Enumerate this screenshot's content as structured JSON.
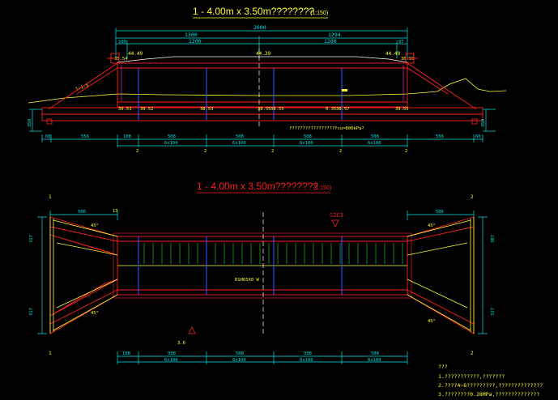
{
  "titles": {
    "elevation": "1 - 4.00m x 3.50m????????",
    "elevation_scale": "(1:150)",
    "plan": "1 - 4.00m x 3.50m????????",
    "plan_scale": "(1:150)"
  },
  "elevation": {
    "top_total": "2600",
    "top_left": "1300",
    "top_right": "1294",
    "top_left_sub": "1200",
    "top_right_sub": "1200",
    "small_left": "100",
    "small_right": "97",
    "road_elev_left": "44.49",
    "road_elev_mid": "44.39",
    "road_elev_right": "44.49",
    "side_left": "35.54",
    "side_right": "36.93",
    "slope_label": "1:1.5",
    "bed_elevs": [
      "39.51",
      "39.52",
      "38.53",
      "38.55",
      "38.55",
      "0.35",
      "38.57",
      "39.55"
    ],
    "note": "?????????????????fcu=800kPa?",
    "height_left": "350",
    "height_right": "350",
    "bottom_dims": [
      "60",
      "556",
      "108",
      "508",
      "508",
      "508",
      "508",
      "556",
      "60"
    ],
    "sub_dims": [
      "6x100",
      "6x100",
      "6x100",
      "6x100"
    ],
    "section_marks": [
      "2",
      "2",
      "2",
      "2",
      "2"
    ]
  },
  "plan": {
    "left_width": "506",
    "right_width": "506",
    "left_h_top": "317",
    "left_h_bot": "317",
    "right_h_top": "307",
    "right_h_bot": "317",
    "small_top": "13",
    "label_s": "S2C3",
    "mid_label": "R1H65X0 W",
    "angle_labels": [
      "45°",
      "45°",
      "45°",
      "45°"
    ],
    "bottom_dims": [
      "108",
      "508",
      "508",
      "508",
      "508"
    ],
    "sub_dims": [
      "6x100",
      "6x100",
      "6x100",
      "6x100"
    ],
    "marks": [
      "1",
      "1",
      "2",
      "2"
    ],
    "small_arrow": "3.6"
  },
  "notes": {
    "heading": "???",
    "lines": [
      "1.???????????,???????",
      "2.????4~6?????????,??????????????",
      "3.????????0.28MPa,??????????????"
    ]
  },
  "colors": {
    "red": "#ff2020",
    "cyan": "#00e5e5",
    "yellow": "#ffff33",
    "blue": "#3355ff",
    "magenta": "#ff33ff",
    "green": "#33ff33",
    "white": "#ffffff"
  }
}
